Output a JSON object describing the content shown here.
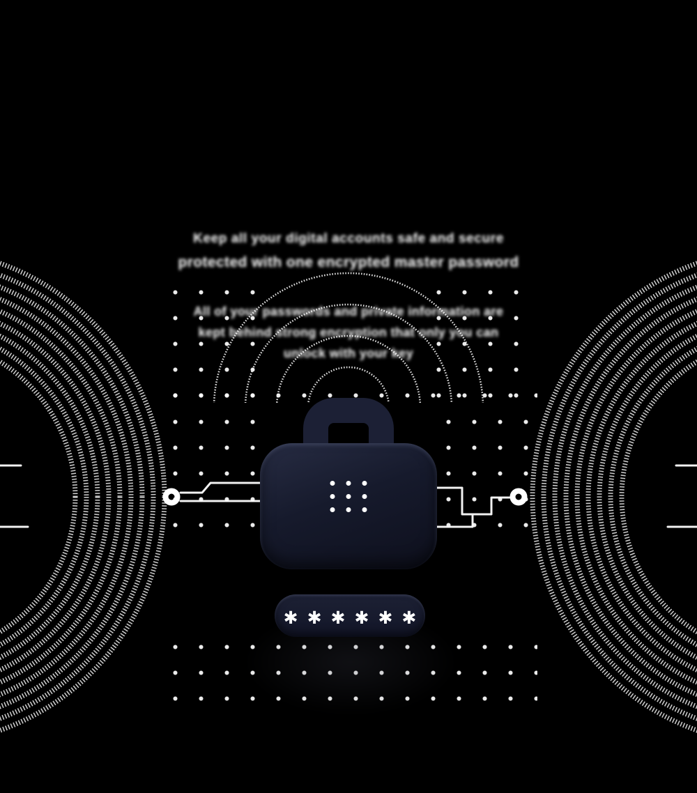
{
  "hero_text": {
    "heading_line_1": "Keep all your digital accounts safe and secure",
    "heading_line_2": "protected with one encrypted master password",
    "body_line_1": "All of your passwords and private information are",
    "body_line_2": "kept behind strong encryption that only you can",
    "body_line_3": "unlock with your key"
  },
  "illustration": {
    "password_mask": "✱✱✱✱✱✱",
    "password_char_count": 6,
    "keypad_rows": 3,
    "keypad_cols": 3
  },
  "icons": {
    "vault": "briefcase-vault-icon",
    "keypad": "keypad-dots-icon",
    "signal": "signal-arcs-icon",
    "ripples": "ripple-arcs-icon",
    "nodes": "circuit-node-icon"
  },
  "colors": {
    "background": "#000000",
    "text": "#ffffff",
    "vault_top": "#272c43",
    "vault_bottom": "#0e101d",
    "handle": "#1c2035",
    "pill_top": "#1d2134",
    "pill_bottom": "#121528",
    "decor": "#ffffff"
  }
}
